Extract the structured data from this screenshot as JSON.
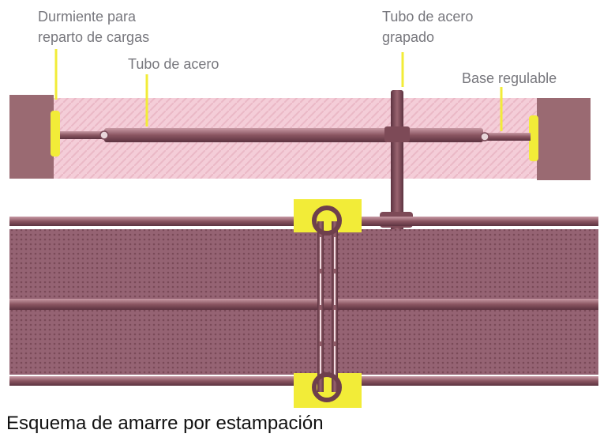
{
  "labels": {
    "durmiente_line1": "Durmiente para",
    "durmiente_line2": "reparto de cargas",
    "tubo_acero": "Tubo de acero",
    "tubo_grapado_line1": "Tubo de acero",
    "tubo_grapado_line2": "grapado",
    "base_regulable": "Base regulable"
  },
  "caption": "Esquema de amarre por estampación",
  "colors": {
    "wall": "#9a6a72",
    "pink_zone": "#f2c9d4",
    "pipe": "#8a5561",
    "pipe_highlight": "#c8909c",
    "panel": "#946070",
    "yellow": "#f2ec38",
    "leader": "#f2ec38",
    "label_text": "#77777d",
    "caption_text": "#111111"
  }
}
